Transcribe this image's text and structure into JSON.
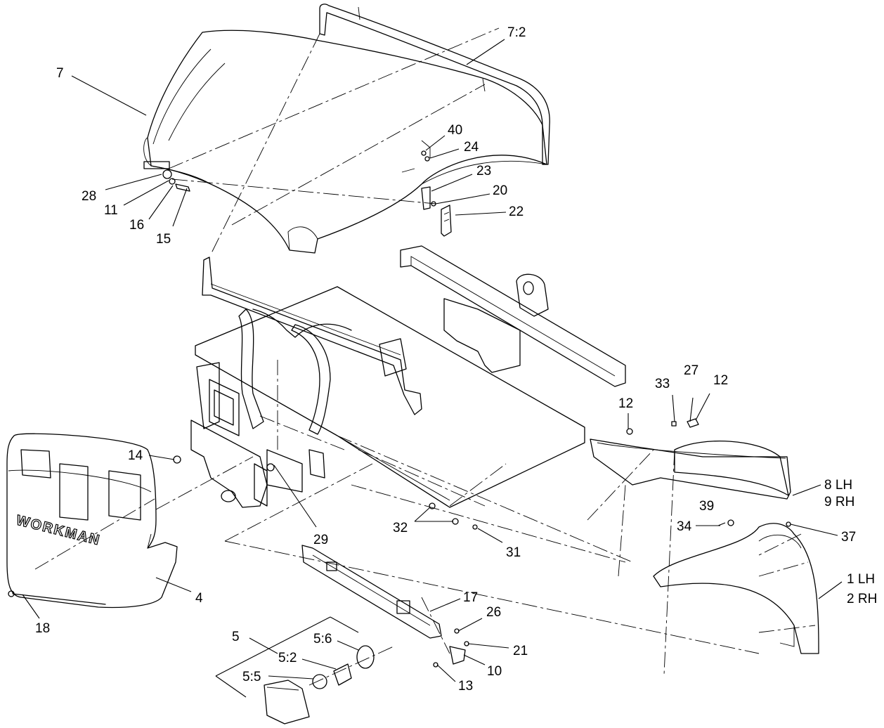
{
  "diagram": {
    "grille_emboss": "WORKMAN",
    "callouts": [
      {
        "id": "c-7",
        "text": "7"
      },
      {
        "id": "c-7-2",
        "text": "7:2"
      },
      {
        "id": "c-40",
        "text": "40"
      },
      {
        "id": "c-24",
        "text": "24"
      },
      {
        "id": "c-23",
        "text": "23"
      },
      {
        "id": "c-20",
        "text": "20"
      },
      {
        "id": "c-22",
        "text": "22"
      },
      {
        "id": "c-28",
        "text": "28"
      },
      {
        "id": "c-11",
        "text": "11"
      },
      {
        "id": "c-16",
        "text": "16"
      },
      {
        "id": "c-15",
        "text": "15"
      },
      {
        "id": "c-33",
        "text": "33"
      },
      {
        "id": "c-27",
        "text": "27"
      },
      {
        "id": "c-12a",
        "text": "12"
      },
      {
        "id": "c-12b",
        "text": "12"
      },
      {
        "id": "c-14",
        "text": "14"
      },
      {
        "id": "c-8lh",
        "text": "8 LH"
      },
      {
        "id": "c-9rh",
        "text": "9 RH"
      },
      {
        "id": "c-39",
        "text": "39"
      },
      {
        "id": "c-34",
        "text": "34"
      },
      {
        "id": "c-37",
        "text": "37"
      },
      {
        "id": "c-32",
        "text": "32"
      },
      {
        "id": "c-29",
        "text": "29"
      },
      {
        "id": "c-31",
        "text": "31"
      },
      {
        "id": "c-4",
        "text": "4"
      },
      {
        "id": "c-18",
        "text": "18"
      },
      {
        "id": "c-1lh",
        "text": "1 LH"
      },
      {
        "id": "c-2rh",
        "text": "2 RH"
      },
      {
        "id": "c-17",
        "text": "17"
      },
      {
        "id": "c-26",
        "text": "26"
      },
      {
        "id": "c-5",
        "text": "5"
      },
      {
        "id": "c-5-6",
        "text": "5:6"
      },
      {
        "id": "c-5-2",
        "text": "5:2"
      },
      {
        "id": "c-5-5",
        "text": "5:5"
      },
      {
        "id": "c-21",
        "text": "21"
      },
      {
        "id": "c-10",
        "text": "10"
      },
      {
        "id": "c-13",
        "text": "13"
      }
    ]
  }
}
